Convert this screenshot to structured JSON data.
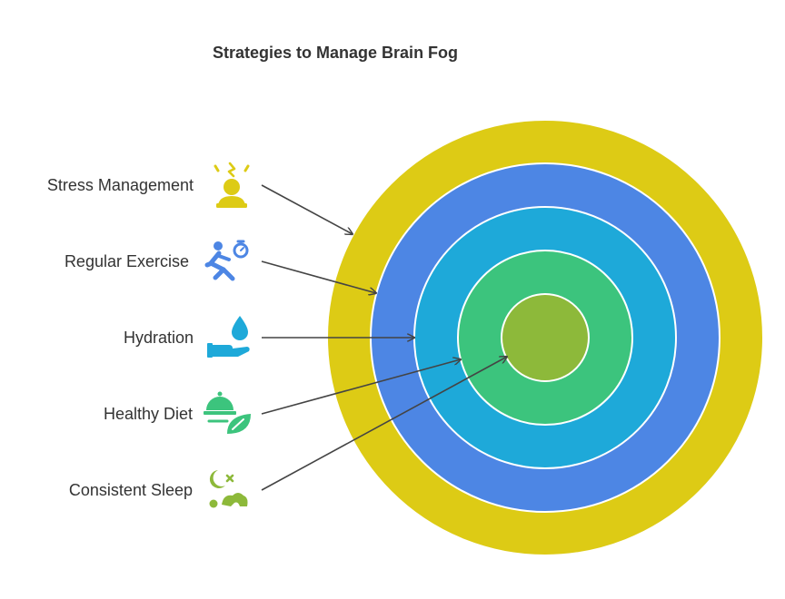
{
  "title": "Strategies to Manage Brain Fog",
  "colors": {
    "ring_outer": "#DDCB15",
    "ring_2": "#4D86E4",
    "ring_3": "#1EA9D9",
    "ring_4": "#3CC47D",
    "ring_core": "#8DB93A",
    "arrow": "#444444",
    "text": "#333333"
  },
  "strategies": [
    {
      "label": "Stress Management",
      "icon": "stressed-person-icon",
      "color": "#DDCB15"
    },
    {
      "label": "Regular Exercise",
      "icon": "running-stopwatch-icon",
      "color": "#4D86E4"
    },
    {
      "label": "Hydration",
      "icon": "water-drop-hand-icon",
      "color": "#1EA9D9"
    },
    {
      "label": "Healthy Diet",
      "icon": "cloche-leaf-icon",
      "color": "#3CC47D"
    },
    {
      "label": "Consistent Sleep",
      "icon": "sleeping-person-icon",
      "color": "#8DB93A"
    }
  ]
}
